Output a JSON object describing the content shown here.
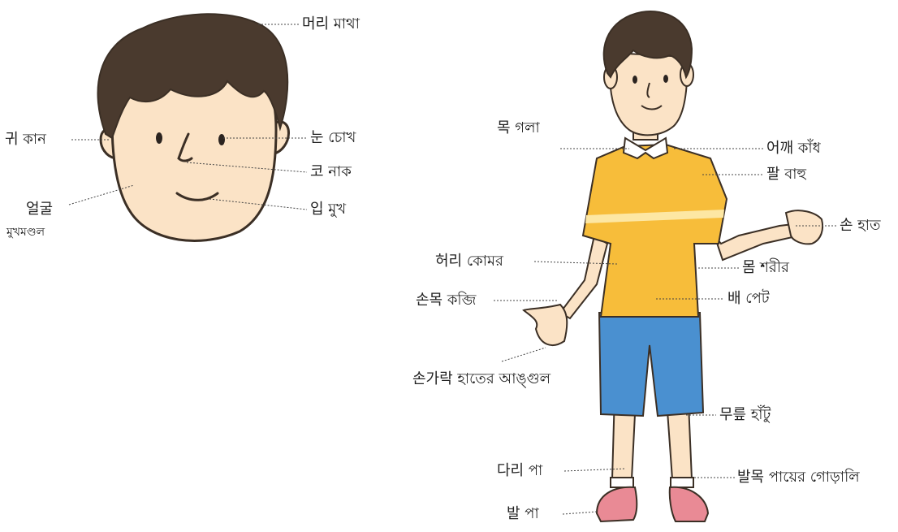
{
  "colors": {
    "hair": "#4a3a2e",
    "skin": "#fbe3c6",
    "shirt": "#f7bd3a",
    "shorts": "#4a90d0",
    "shoes": "#e98a95",
    "outline": "#3b2f25"
  },
  "face_labels": {
    "hair": "머리 মাথা",
    "ear": "귀 কান",
    "eye": "눈 চোখ",
    "nose": "코 নাক",
    "face": "얼굴",
    "face_bn": "মুখমণ্ডল",
    "mouth": "입 মুখ"
  },
  "body_labels": {
    "neck": "목 গলা",
    "shoulder": "어깨 কাঁধ",
    "arm": "팔 বাহু",
    "hand": "손 হাত",
    "waist": "허리 কোমর",
    "body": "몸 শরীর",
    "wrist": "손목 কব্জি",
    "belly": "배 পেট",
    "finger": "손가락 হাতের আঙ্গুল",
    "knee": "무릎 হাঁটু",
    "leg": "다리 পা",
    "ankle": "발목 পায়ের গোড়ালি",
    "foot": "발 পা"
  }
}
